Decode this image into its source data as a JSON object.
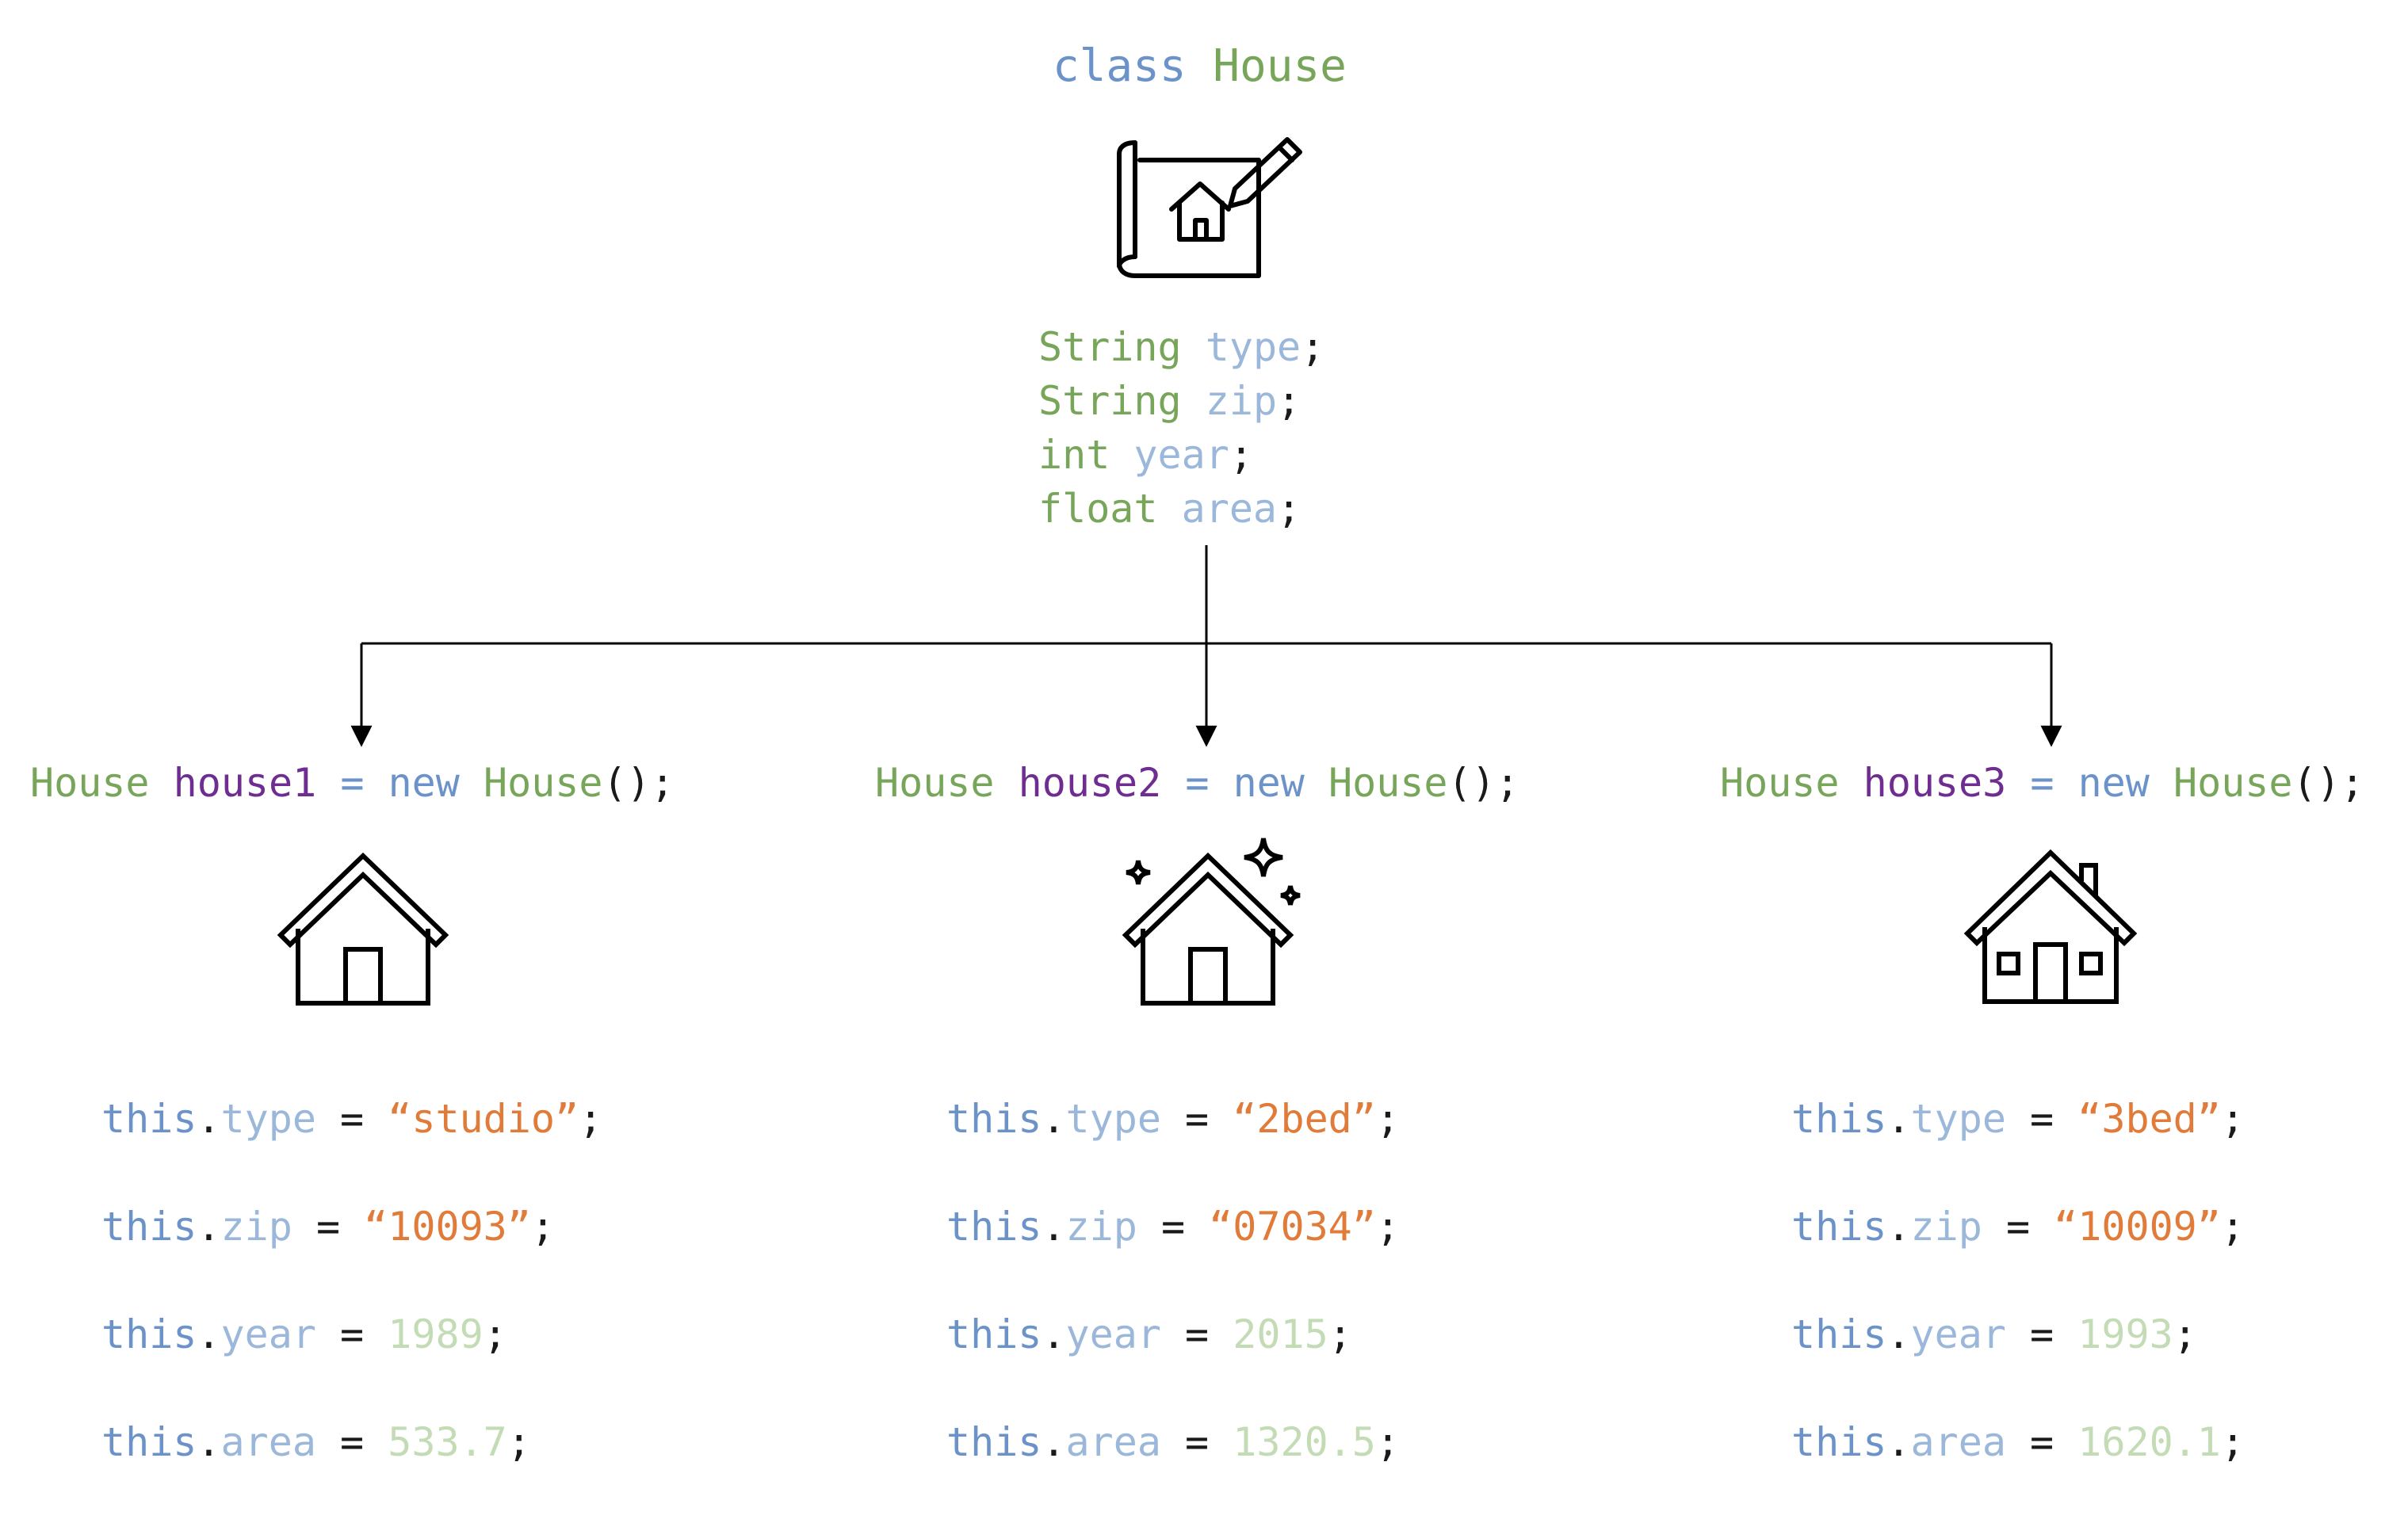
{
  "class_title": {
    "keyword": "class",
    "name": "House"
  },
  "fields": [
    {
      "type": "String",
      "name": "type",
      "end": ";"
    },
    {
      "type": "String",
      "name": "zip",
      "end": ";"
    },
    {
      "type": "int",
      "name": "year",
      "end": ";"
    },
    {
      "type": "float",
      "name": "area",
      "end": ";"
    }
  ],
  "instances": [
    {
      "cls": "House",
      "var": "house1",
      "eq": "=",
      "new": "new",
      "call": "House",
      "tail": "();",
      "icon": "house-icon",
      "assign": [
        {
          "this": "this",
          "dot": ".",
          "field": "type",
          "eq": " = ",
          "value": "“studio”",
          "end": ";"
        },
        {
          "this": "this",
          "dot": ".",
          "field": "zip",
          "eq": " = ",
          "value": "“10093”",
          "end": ";"
        },
        {
          "this": "this",
          "dot": ".",
          "field": "year",
          "eq": " = ",
          "value": "1989",
          "end": ";"
        },
        {
          "this": "this",
          "dot": ".",
          "field": "area",
          "eq": " = ",
          "value": "533.7",
          "end": ";"
        }
      ]
    },
    {
      "cls": "House",
      "var": "house2",
      "eq": "=",
      "new": "new",
      "call": "House",
      "tail": "();",
      "icon": "sparkling-house-icon",
      "assign": [
        {
          "this": "this",
          "dot": ".",
          "field": "type",
          "eq": " = ",
          "value": "“2bed”",
          "end": ";"
        },
        {
          "this": "this",
          "dot": ".",
          "field": "zip",
          "eq": " = ",
          "value": "“07034”",
          "end": ";"
        },
        {
          "this": "this",
          "dot": ".",
          "field": "year",
          "eq": " = ",
          "value": "2015",
          "end": ";"
        },
        {
          "this": "this",
          "dot": ".",
          "field": "area",
          "eq": " = ",
          "value": "1320.5",
          "end": ";"
        }
      ]
    },
    {
      "cls": "House",
      "var": "house3",
      "eq": "=",
      "new": "new",
      "call": "House",
      "tail": "();",
      "icon": "house-with-chimney-icon",
      "assign": [
        {
          "this": "this",
          "dot": ".",
          "field": "type",
          "eq": " = ",
          "value": "“3bed”",
          "end": ";"
        },
        {
          "this": "this",
          "dot": ".",
          "field": "zip",
          "eq": " = ",
          "value": "“10009”",
          "end": ";"
        },
        {
          "this": "this",
          "dot": ".",
          "field": "year",
          "eq": " = ",
          "value": "1993",
          "end": ";"
        },
        {
          "this": "this",
          "dot": ".",
          "field": "area",
          "eq": " = ",
          "value": "1620.1",
          "end": ";"
        }
      ]
    }
  ],
  "class_icon": "blueprint-icon"
}
